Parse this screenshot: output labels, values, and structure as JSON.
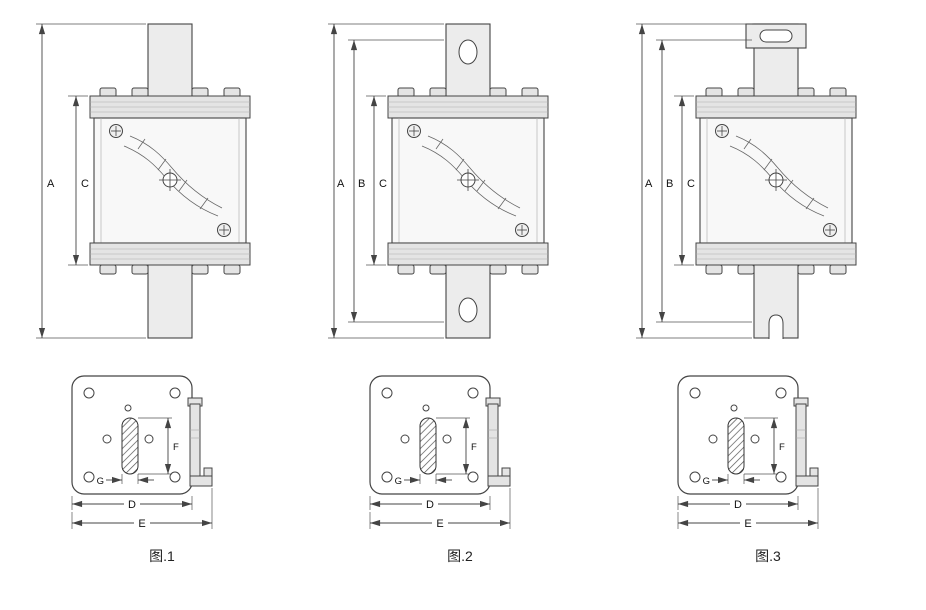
{
  "page": {
    "background": "#ffffff",
    "line_color": "#444444",
    "metal_fill": "#ececec"
  },
  "figures": [
    {
      "caption": "图.1",
      "dims": {
        "A": "A",
        "C": "C",
        "D": "D",
        "E": "E",
        "F": "F",
        "G": "G"
      }
    },
    {
      "caption": "图.2",
      "dims": {
        "A": "A",
        "B": "B",
        "C": "C",
        "D": "D",
        "E": "E",
        "F": "F",
        "G": "G"
      }
    },
    {
      "caption": "图.3",
      "dims": {
        "A": "A",
        "B": "B",
        "C": "C",
        "D": "D",
        "E": "E",
        "F": "F",
        "G": "G"
      }
    }
  ]
}
